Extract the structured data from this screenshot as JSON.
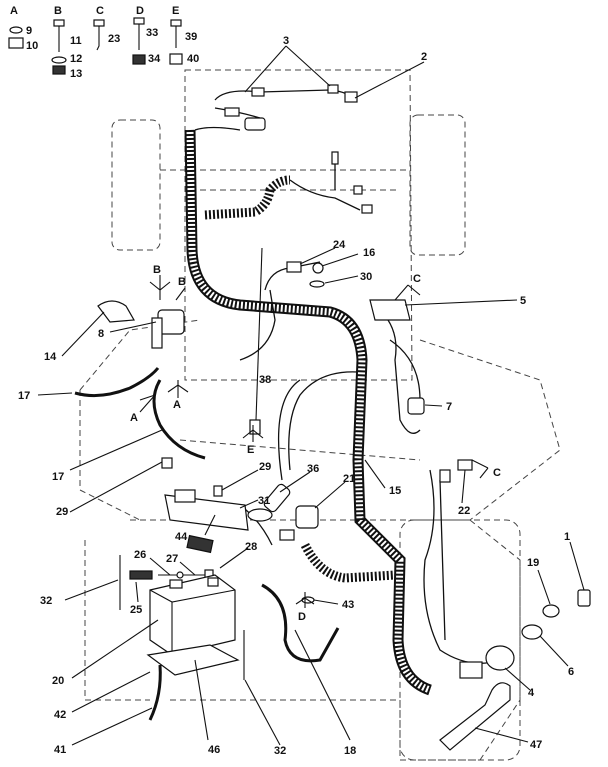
{
  "legend": [
    {
      "letter": "A",
      "numbers": [
        "9",
        "10"
      ]
    },
    {
      "letter": "B",
      "numbers": [
        "11",
        "12",
        "13"
      ]
    },
    {
      "letter": "C",
      "numbers": [
        "23"
      ]
    },
    {
      "letter": "D",
      "numbers": [
        "33",
        "34"
      ]
    },
    {
      "letter": "E",
      "numbers": [
        "39",
        "40"
      ]
    }
  ],
  "callouts": [
    {
      "id": "c1",
      "text": "1"
    },
    {
      "id": "c2",
      "text": "2"
    },
    {
      "id": "c3",
      "text": "3"
    },
    {
      "id": "c4",
      "text": "4"
    },
    {
      "id": "c5",
      "text": "5"
    },
    {
      "id": "c6",
      "text": "6"
    },
    {
      "id": "c7",
      "text": "7"
    },
    {
      "id": "c8",
      "text": "8"
    },
    {
      "id": "c14",
      "text": "14"
    },
    {
      "id": "c15",
      "text": "15"
    },
    {
      "id": "c16",
      "text": "16"
    },
    {
      "id": "c17a",
      "text": "17"
    },
    {
      "id": "c17b",
      "text": "17"
    },
    {
      "id": "c18",
      "text": "18"
    },
    {
      "id": "c19",
      "text": "19"
    },
    {
      "id": "c20",
      "text": "20"
    },
    {
      "id": "c21",
      "text": "21"
    },
    {
      "id": "c22",
      "text": "22"
    },
    {
      "id": "c24",
      "text": "24"
    },
    {
      "id": "c25",
      "text": "25"
    },
    {
      "id": "c26",
      "text": "26"
    },
    {
      "id": "c27",
      "text": "27"
    },
    {
      "id": "c28",
      "text": "28"
    },
    {
      "id": "c29a",
      "text": "29"
    },
    {
      "id": "c29b",
      "text": "29"
    },
    {
      "id": "c30",
      "text": "30"
    },
    {
      "id": "c31",
      "text": "31"
    },
    {
      "id": "c32a",
      "text": "32"
    },
    {
      "id": "c32b",
      "text": "32"
    },
    {
      "id": "c36",
      "text": "36"
    },
    {
      "id": "c38",
      "text": "38"
    },
    {
      "id": "c41",
      "text": "41"
    },
    {
      "id": "c42",
      "text": "42"
    },
    {
      "id": "c43",
      "text": "43"
    },
    {
      "id": "c44",
      "text": "44"
    },
    {
      "id": "c46",
      "text": "46"
    },
    {
      "id": "c47",
      "text": "47"
    }
  ],
  "fastener_marks": [
    {
      "id": "m1",
      "text": "B"
    },
    {
      "id": "m2",
      "text": "B"
    },
    {
      "id": "m3",
      "text": "C"
    },
    {
      "id": "m4",
      "text": "A"
    },
    {
      "id": "m5",
      "text": "A"
    },
    {
      "id": "m6",
      "text": "E"
    },
    {
      "id": "m7",
      "text": "C"
    },
    {
      "id": "m8",
      "text": "D"
    }
  ]
}
